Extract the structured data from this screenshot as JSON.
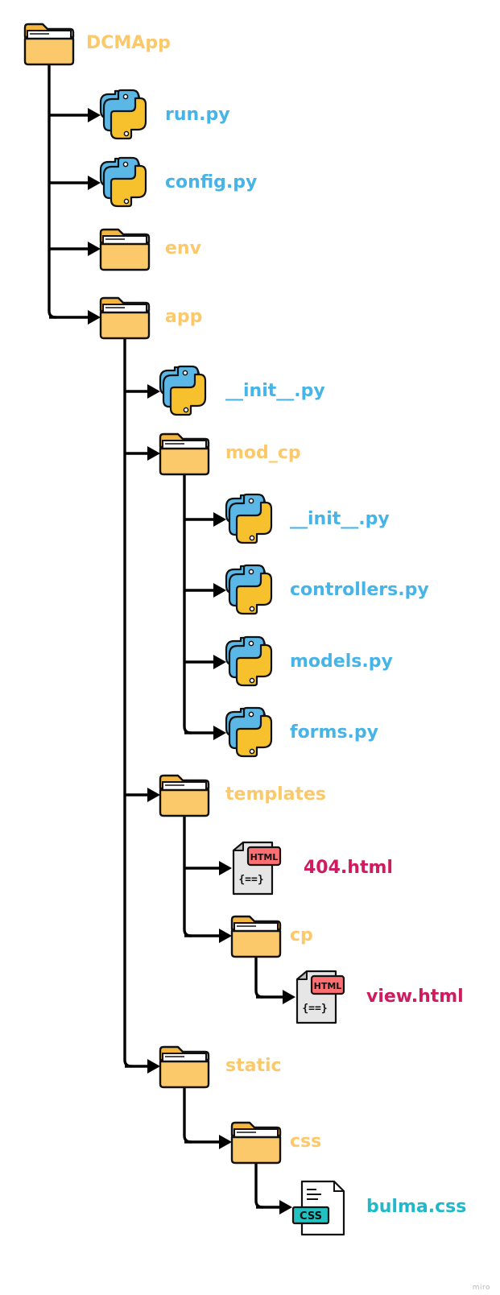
{
  "colors": {
    "folder_text": "#fcc96a",
    "python_text": "#47b4e8",
    "html_text": "#cf1b5f",
    "css_text": "#21b8c9",
    "connector": "#000000"
  },
  "tree": {
    "label": "DCMApp",
    "icon": "folder-icon",
    "kind": "folder",
    "children": [
      {
        "label": "run.py",
        "icon": "python-file-icon",
        "kind": "python"
      },
      {
        "label": "config.py",
        "icon": "python-file-icon",
        "kind": "python"
      },
      {
        "label": "env",
        "icon": "folder-icon",
        "kind": "folder"
      },
      {
        "label": "app",
        "icon": "folder-icon",
        "kind": "folder",
        "children": [
          {
            "label": "__init__.py",
            "icon": "python-file-icon",
            "kind": "python"
          },
          {
            "label": "mod_cp",
            "icon": "folder-icon",
            "kind": "folder",
            "children": [
              {
                "label": "__init__.py",
                "icon": "python-file-icon",
                "kind": "python"
              },
              {
                "label": "controllers.py",
                "icon": "python-file-icon",
                "kind": "python"
              },
              {
                "label": "models.py",
                "icon": "python-file-icon",
                "kind": "python"
              },
              {
                "label": "forms.py",
                "icon": "python-file-icon",
                "kind": "python"
              }
            ]
          },
          {
            "label": "templates",
            "icon": "folder-icon",
            "kind": "folder",
            "children": [
              {
                "label": "404.html",
                "icon": "html-file-icon",
                "kind": "html"
              },
              {
                "label": "cp",
                "icon": "folder-icon",
                "kind": "folder",
                "children": [
                  {
                    "label": "view.html",
                    "icon": "html-file-icon",
                    "kind": "html"
                  }
                ]
              }
            ]
          },
          {
            "label": "static",
            "icon": "folder-icon",
            "kind": "folder",
            "children": [
              {
                "label": "css",
                "icon": "folder-icon",
                "kind": "folder",
                "children": [
                  {
                    "label": "bulma.css",
                    "icon": "css-file-icon",
                    "kind": "css"
                  }
                ]
              }
            ]
          }
        ]
      }
    ]
  },
  "icon_badges": {
    "html": "HTML",
    "html_code": "{==}",
    "css": "CSS"
  },
  "watermark": "miro"
}
